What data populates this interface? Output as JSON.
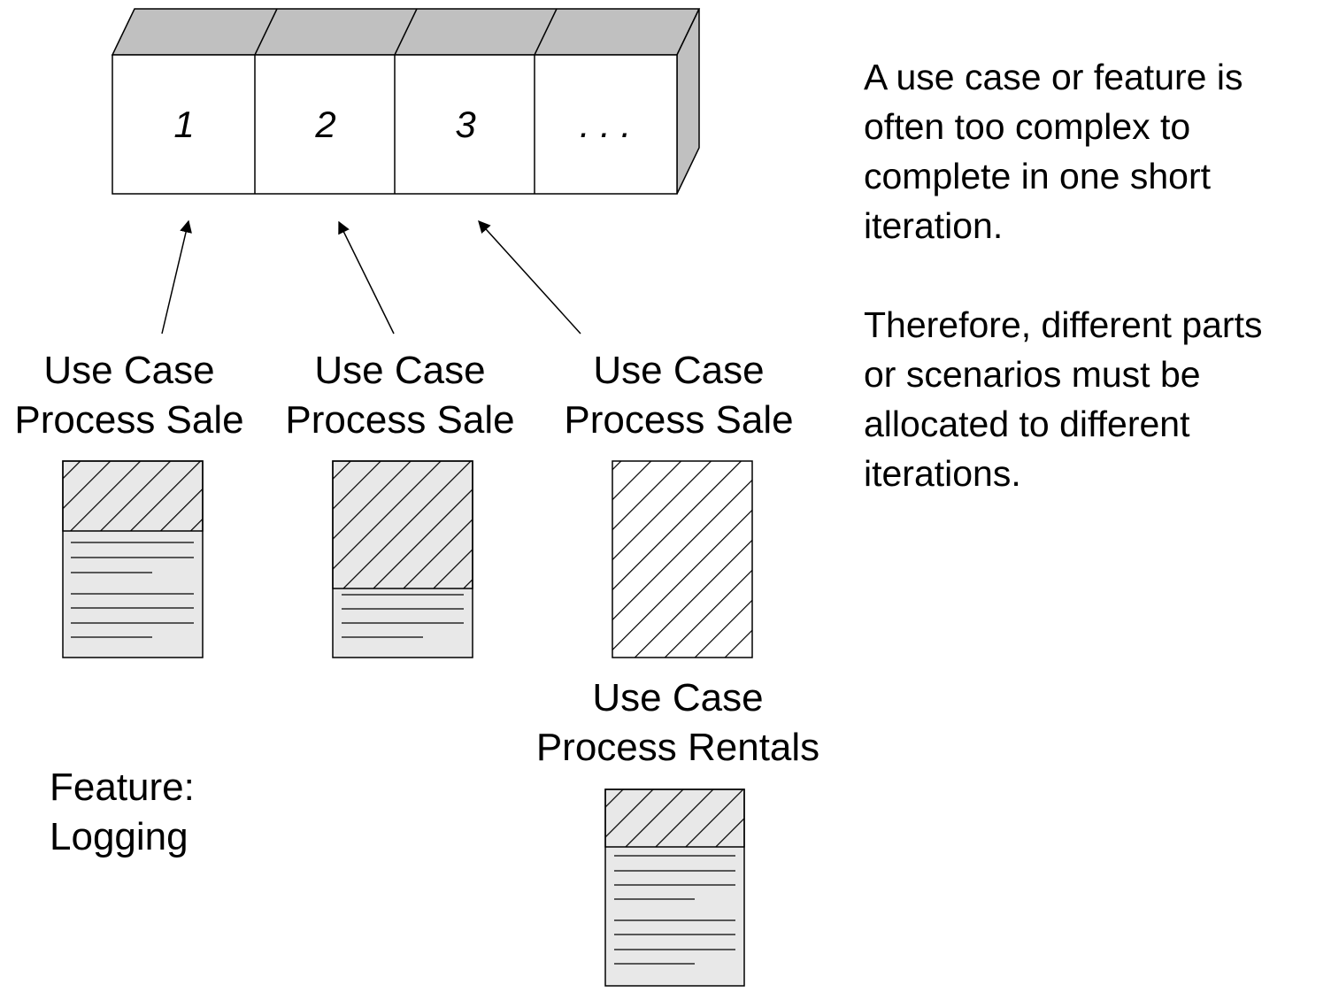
{
  "iterations": {
    "cells": [
      "1",
      "2",
      "3",
      ". . ."
    ]
  },
  "use_cases": [
    {
      "line1": "Use Case",
      "line2": "Process Sale"
    },
    {
      "line1": "Use Case",
      "line2": "Process Sale"
    },
    {
      "line1": "Use Case",
      "line2": "Process Sale"
    },
    {
      "line1": "Use Case",
      "line2": "Process Rentals"
    }
  ],
  "feature": {
    "line1": "Feature:",
    "line2": "Logging"
  },
  "explanation": {
    "paragraph1": [
      "A use case or feature is",
      "often too complex to",
      "complete in one short",
      "iteration."
    ],
    "paragraph2": [
      "Therefore, different parts",
      "or scenarios must be",
      "allocated to different",
      "iterations."
    ]
  },
  "colors": {
    "box_top": "#c0c0c0",
    "box_side": "#c0c0c0",
    "doc_fill": "#e8e8e8",
    "stroke": "#000000"
  }
}
